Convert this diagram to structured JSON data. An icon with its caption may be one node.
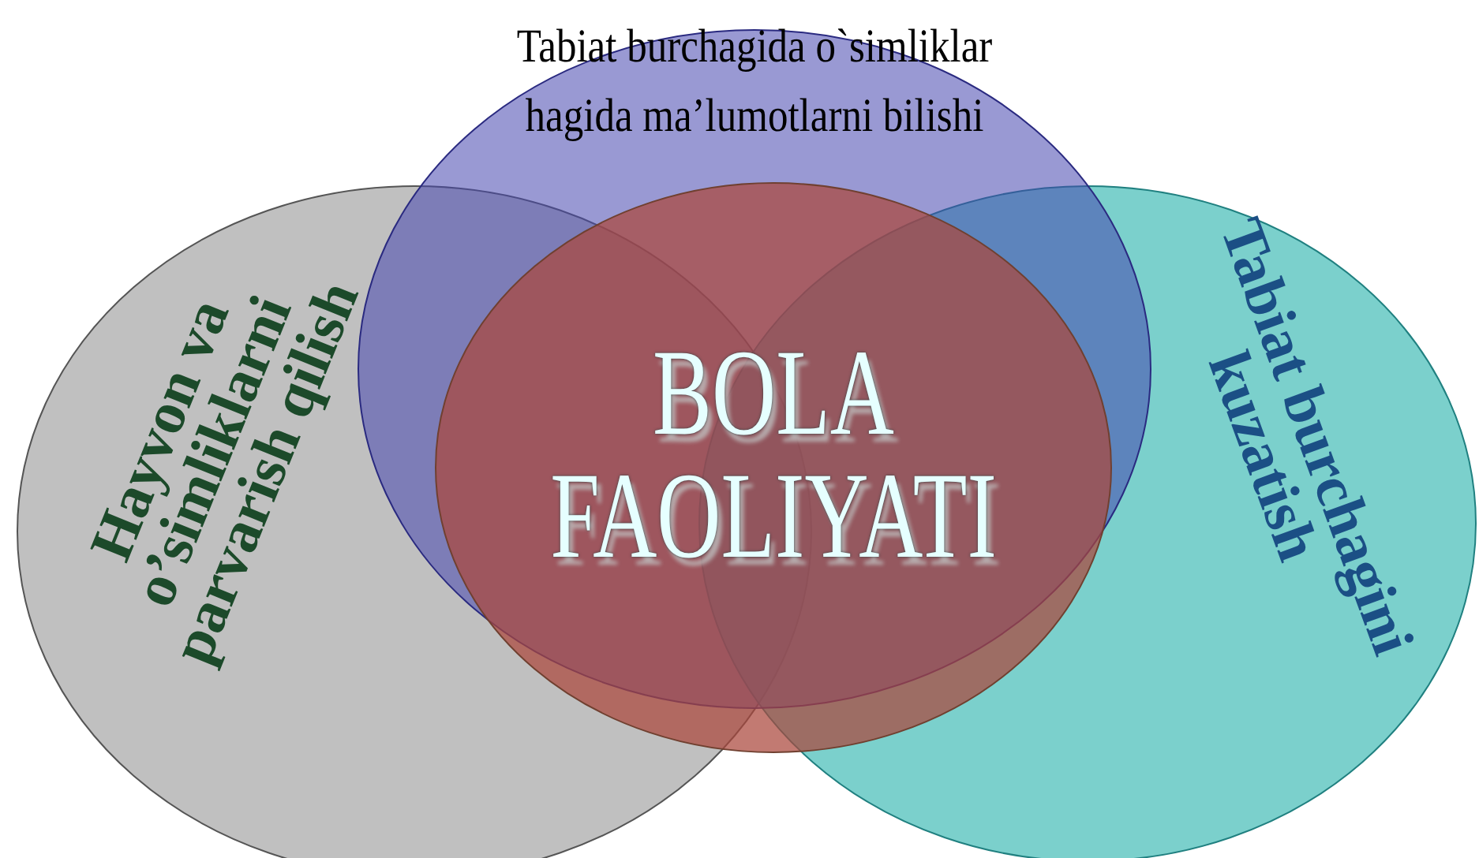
{
  "diagram": {
    "nodes": [
      {
        "text": [
          "Tabiat burchagida o`simliklar hagida ma’lumotlarni bilishi"
        ]
      },
      {
        "text": [
          "Hayvon va o’simliklarni parvarish qilish"
        ]
      },
      {
        "text": [
          "BOLA FAOLIYATI"
        ]
      },
      {
        "text": [
          "Tabiat burchagini kuzatish"
        ]
      }
    ],
    "edges": []
  }
}
